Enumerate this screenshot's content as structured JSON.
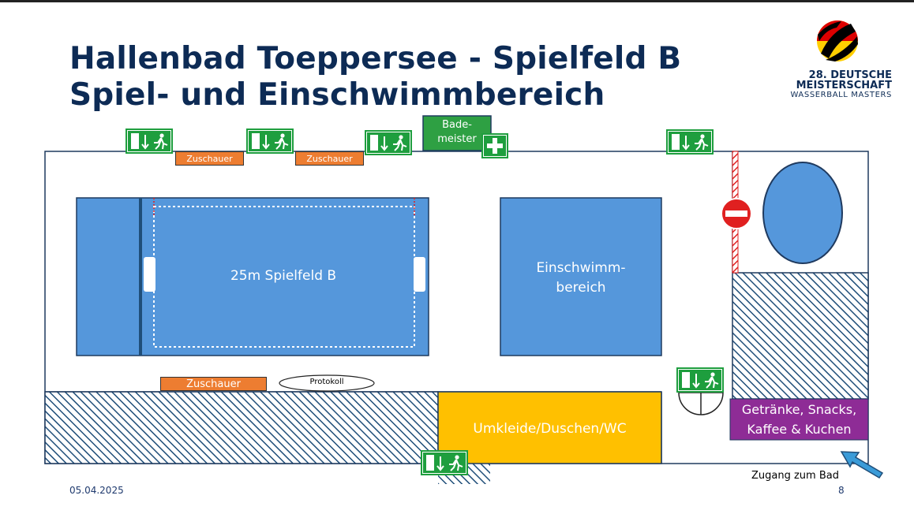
{
  "title": {
    "line1": "Hallenbad Toeppersee - Spielfeld B",
    "line2": "Spiel- und Einschwimmbereich"
  },
  "logo": {
    "line1": "28. DEUTSCHE",
    "line2": "MEISTERSCHAFT",
    "line3": "WASSERBALL MASTERS",
    "colors": [
      "#000000",
      "#dd0000",
      "#ffce00"
    ],
    "icon": "water-polo-ball-icon"
  },
  "diagram": {
    "pool_main_label": "25m Spielfeld B",
    "pool_warmup_label_1": "Einschwimm-",
    "pool_warmup_label_2": "bereich",
    "spectators_label": "Zuschauer",
    "protocol_label": "Protokoll",
    "lifeguard_line1": "Bade-",
    "lifeguard_line2": "meister",
    "changing_label": "Umkleide/Duschen/WC",
    "kiosk_line1": "Getränke, Snacks,",
    "kiosk_line2": "Kaffee & Kuchen",
    "entrance_label": "Zugang zum Bad",
    "icons": [
      "emergency-exit-icon",
      "first-aid-icon",
      "no-entry-icon",
      "entrance-arrow-icon"
    ],
    "colors": {
      "pool": "#5597db",
      "spectators": "#ed7d31",
      "lifeguard": "#2ea043",
      "exit": "#1e9e3e",
      "changing": "#ffc000",
      "kiosk": "#8e2c96",
      "no_entry": "#e02020",
      "arrow": "#3a9bd8"
    }
  },
  "footer": {
    "date": "05.04.2025",
    "page": "8"
  }
}
